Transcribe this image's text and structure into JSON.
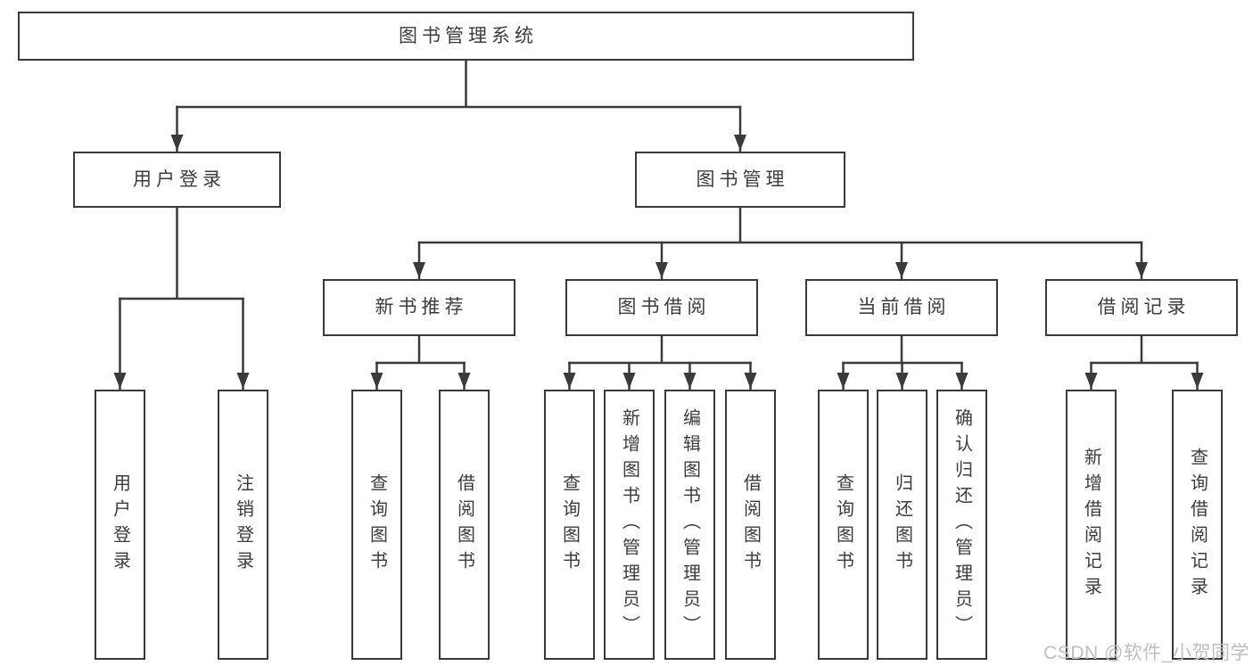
{
  "diagram": {
    "type": "functional-structure-tree",
    "title": "图书管理系统",
    "watermark": "CSDN @软件_小贺同学",
    "colors": {
      "background": "#ffffff",
      "line": "#3a3a3a",
      "box_border": "#3a3a3a",
      "box_fill": "#ffffff",
      "text": "#3d3d3d",
      "watermark": "#bfbec2"
    },
    "nodes": [
      {
        "id": "root",
        "label": "图书管理系统",
        "level": 1,
        "orientation": "horizontal"
      },
      {
        "id": "login",
        "label": "用户登录",
        "level": 2,
        "orientation": "horizontal"
      },
      {
        "id": "book-mgmt",
        "label": "图书管理",
        "level": 2,
        "orientation": "horizontal"
      },
      {
        "id": "new-book-rec",
        "label": "新书推荐",
        "level": 3,
        "orientation": "horizontal"
      },
      {
        "id": "book-borrow",
        "label": "图书借阅",
        "level": 3,
        "orientation": "horizontal"
      },
      {
        "id": "current-borrow",
        "label": "当前借阅",
        "level": 3,
        "orientation": "horizontal"
      },
      {
        "id": "borrow-records",
        "label": "借阅记录",
        "level": 3,
        "orientation": "horizontal"
      },
      {
        "id": "user-login",
        "label": "用户登录",
        "level": 4,
        "orientation": "vertical"
      },
      {
        "id": "logout",
        "label": "注销登录",
        "level": 4,
        "orientation": "vertical"
      },
      {
        "id": "query-books-1",
        "label": "查询图书",
        "level": 4,
        "orientation": "vertical"
      },
      {
        "id": "borrow-books-1",
        "label": "借阅图书",
        "level": 4,
        "orientation": "vertical"
      },
      {
        "id": "query-books-2",
        "label": "查询图书",
        "level": 4,
        "orientation": "vertical"
      },
      {
        "id": "add-book-admin",
        "label": "新增图书（管理员）",
        "level": 4,
        "orientation": "vertical"
      },
      {
        "id": "edit-book-admin",
        "label": "编辑图书（管理员）",
        "level": 4,
        "orientation": "vertical"
      },
      {
        "id": "borrow-books-2",
        "label": "借阅图书",
        "level": 4,
        "orientation": "vertical"
      },
      {
        "id": "query-books-3",
        "label": "查询图书",
        "level": 4,
        "orientation": "vertical"
      },
      {
        "id": "return-books",
        "label": "归还图书",
        "level": 4,
        "orientation": "vertical"
      },
      {
        "id": "confirm-return-admin",
        "label": "确认归还（管理员）",
        "level": 4,
        "orientation": "vertical"
      },
      {
        "id": "add-borrow-record",
        "label": "新增借阅记录",
        "level": 4,
        "orientation": "vertical"
      },
      {
        "id": "query-borrow-record",
        "label": "查询借阅记录",
        "level": 4,
        "orientation": "vertical"
      }
    ],
    "edges": [
      {
        "from": "root",
        "to": [
          "login",
          "book-mgmt"
        ]
      },
      {
        "from": "login",
        "to": [
          "user-login",
          "logout"
        ]
      },
      {
        "from": "book-mgmt",
        "to": [
          "new-book-rec",
          "book-borrow",
          "current-borrow",
          "borrow-records"
        ]
      },
      {
        "from": "new-book-rec",
        "to": [
          "query-books-1",
          "borrow-books-1"
        ]
      },
      {
        "from": "book-borrow",
        "to": [
          "query-books-2",
          "add-book-admin",
          "edit-book-admin",
          "borrow-books-2"
        ]
      },
      {
        "from": "current-borrow",
        "to": [
          "query-books-3",
          "return-books",
          "confirm-return-admin"
        ]
      },
      {
        "from": "borrow-records",
        "to": [
          "add-borrow-record",
          "query-borrow-record"
        ]
      }
    ]
  }
}
